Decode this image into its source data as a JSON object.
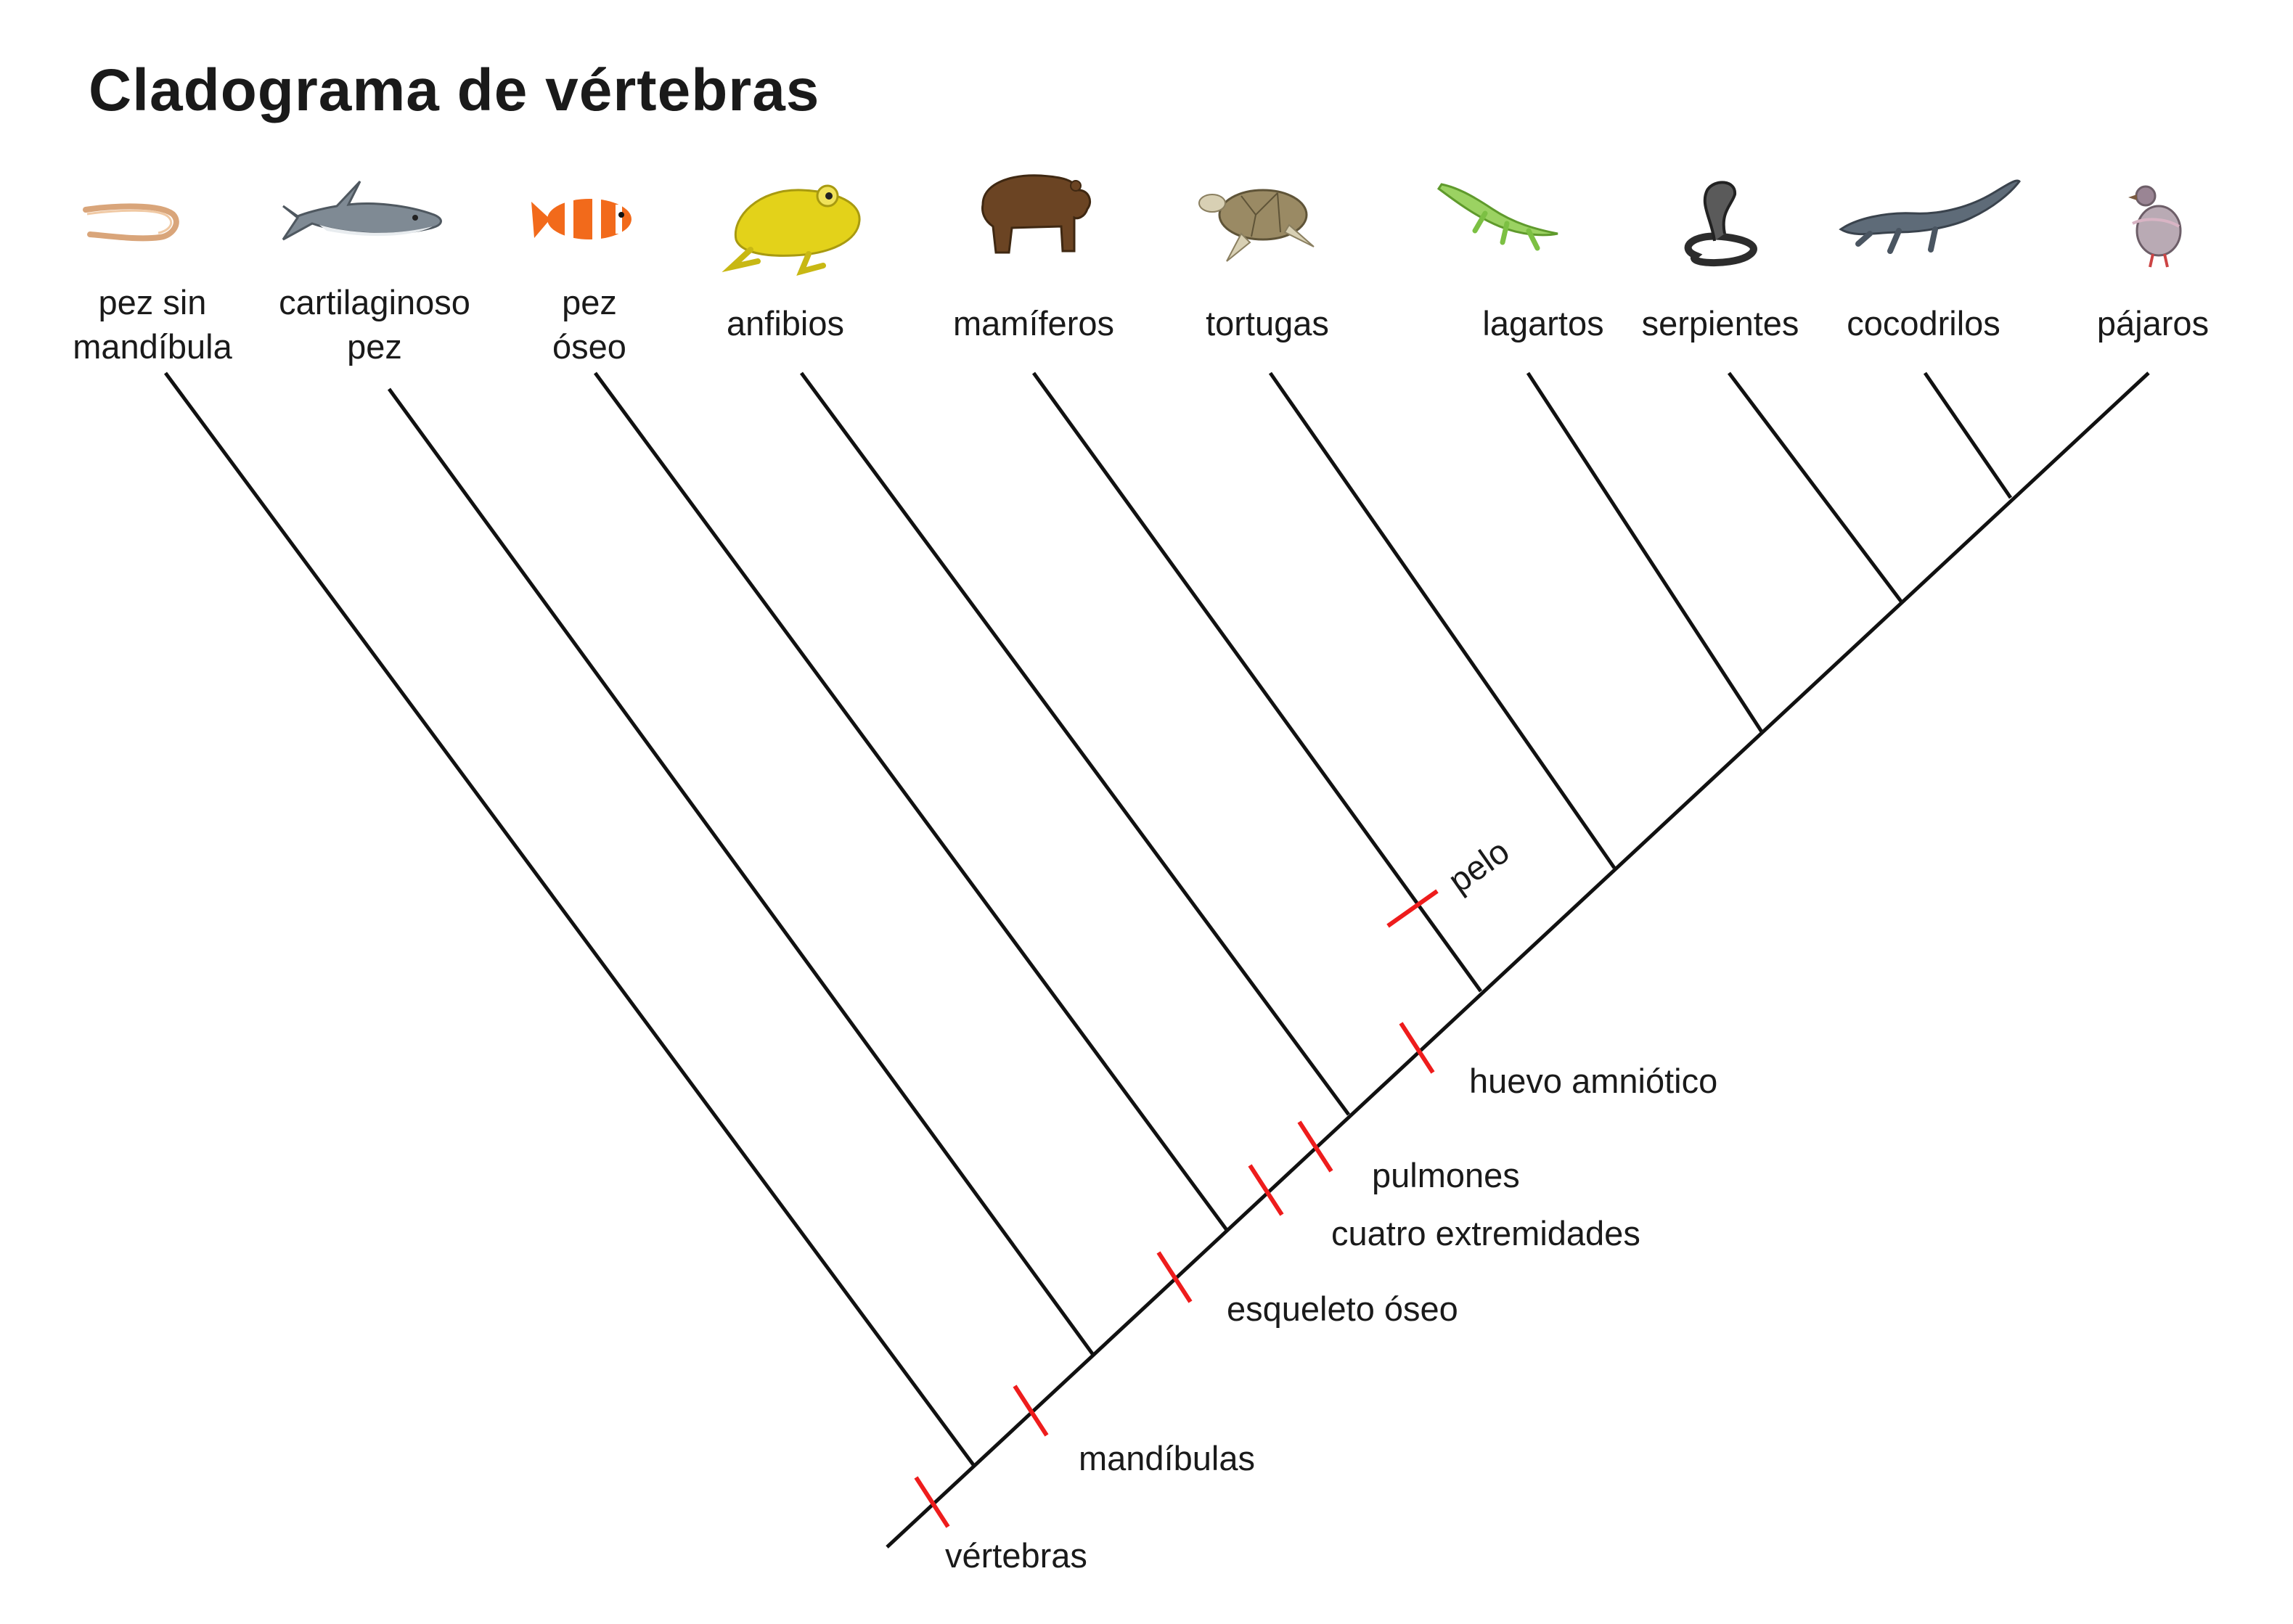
{
  "title": "Cladograma de vértebras",
  "colors": {
    "line": "#111111",
    "trait_mark": "#ee1c1c"
  },
  "taxa": [
    {
      "lines": [
        "pez sin",
        "mandíbula"
      ],
      "icon": "eel-icon"
    },
    {
      "lines": [
        "cartilaginoso",
        "pez"
      ],
      "icon": "shark-icon"
    },
    {
      "lines": [
        "pez",
        "óseo"
      ],
      "icon": "clownfish-icon"
    },
    {
      "lines": [
        "anfibios"
      ],
      "icon": "frog-icon"
    },
    {
      "lines": [
        "mamíferos"
      ],
      "icon": "bear-icon"
    },
    {
      "lines": [
        "tortugas"
      ],
      "icon": "sea-turtle-icon"
    },
    {
      "lines": [
        "lagartos"
      ],
      "icon": "lizard-icon"
    },
    {
      "lines": [
        "serpientes"
      ],
      "icon": "cobra-icon"
    },
    {
      "lines": [
        "cocodrilos"
      ],
      "icon": "crocodile-icon"
    },
    {
      "lines": [
        "pájaros"
      ],
      "icon": "bird-icon"
    }
  ],
  "traits": [
    {
      "label": "vértebras"
    },
    {
      "label": "mandíbulas"
    },
    {
      "label": "esqueleto óseo"
    },
    {
      "label": "cuatro extremidades"
    },
    {
      "label": "pulmones"
    },
    {
      "label": "huevo amniótico"
    },
    {
      "label": "pelo"
    }
  ]
}
